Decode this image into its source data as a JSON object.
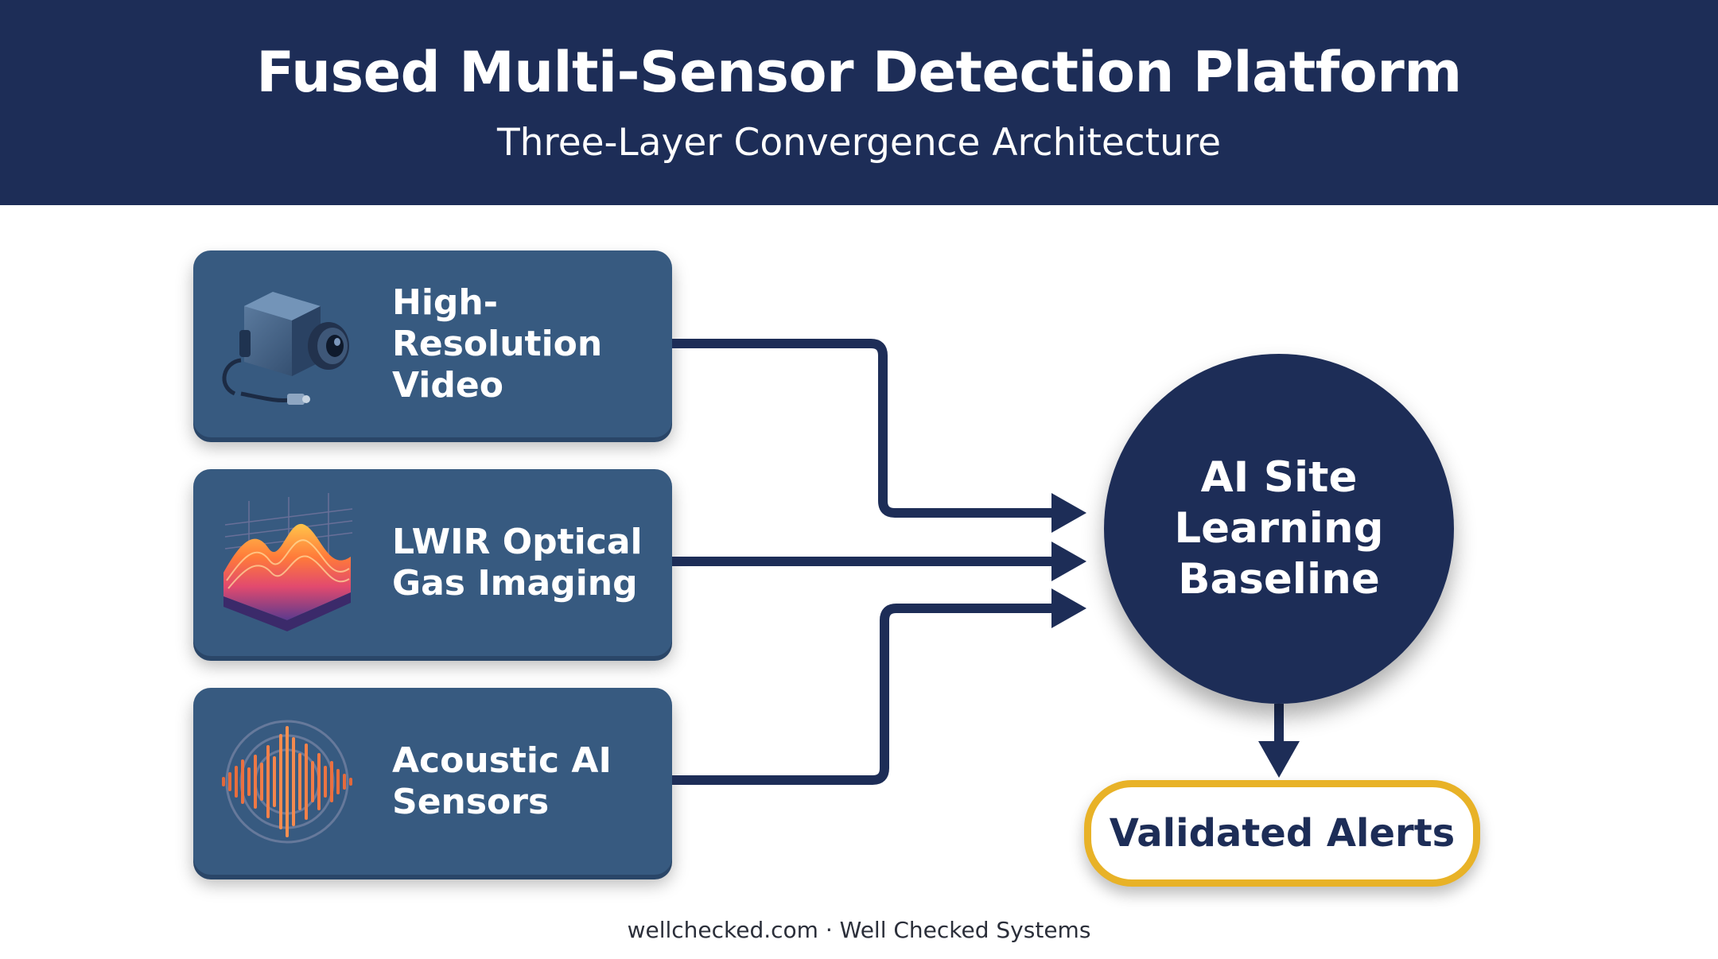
{
  "header": {
    "title": "Fused Multi-Sensor Detection Platform",
    "subtitle": "Three-Layer Convergence Architecture"
  },
  "sensors": [
    {
      "label": "High-\nResolution\nVideo",
      "icon": "video-camera-icon"
    },
    {
      "label": "LWIR Optical\nGas Imaging",
      "icon": "thermal-surface-icon"
    },
    {
      "label": "Acoustic AI\nSensors",
      "icon": "sound-wave-icon"
    }
  ],
  "hub": {
    "label": "AI Site\nLearning\nBaseline"
  },
  "output": {
    "label": "Validated Alerts"
  },
  "footer": {
    "text": "wellchecked.com · Well Checked Systems"
  },
  "colors": {
    "navy": "#1d2d57",
    "card": "#375a80",
    "connector": "#1d2d57",
    "alert_border": "#e8b227",
    "white": "#ffffff"
  }
}
